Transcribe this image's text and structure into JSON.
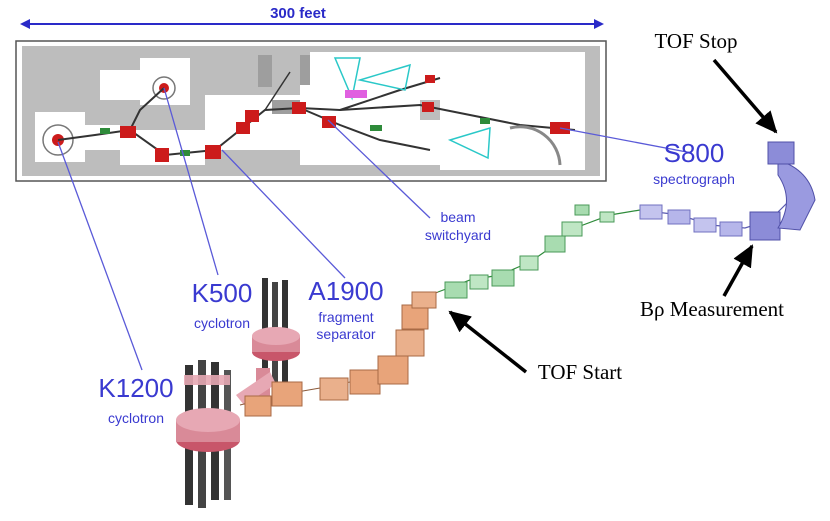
{
  "scale": {
    "text": "300 feet"
  },
  "facility_labels": {
    "k1200": {
      "name": "K1200",
      "sub": "cyclotron"
    },
    "k500": {
      "name": "K500",
      "sub": "cyclotron"
    },
    "a1900": {
      "name": "A1900",
      "sub1": "fragment",
      "sub2": "separator"
    },
    "switchyard": {
      "line1": "beam",
      "line2": "switchyard"
    },
    "s800": {
      "name": "S800",
      "sub": "spectrograph"
    }
  },
  "callouts": {
    "tof_stop": "TOF Stop",
    "tof_start": "TOF Start",
    "brho": "Bρ Measurement"
  },
  "colors": {
    "label_blue": "#3a3ad0",
    "leader_line": "#5a5ad8",
    "floorplan_fill": "#bdbdbd",
    "magnet_red": "#cc1b1b",
    "cyclotron_pink": "#d98a98",
    "a1900_orange": "#e8a47a",
    "switchyard_green": "#a8dcb0",
    "s800_lavender": "#8c8cd8"
  }
}
